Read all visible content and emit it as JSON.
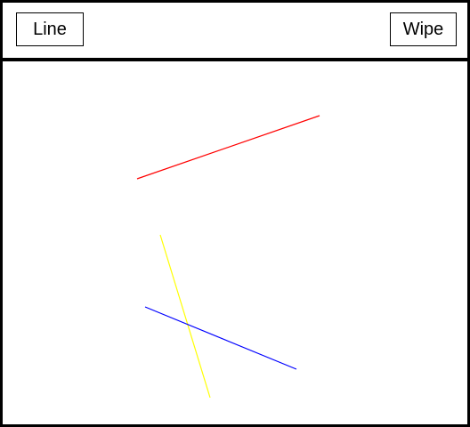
{
  "toolbar": {
    "line_label": "Line",
    "wipe_label": "Wipe"
  },
  "canvas": {
    "lines": [
      {
        "name": "red-line",
        "color": "#ff0000"
      },
      {
        "name": "yellow-line",
        "color": "#ffff00"
      },
      {
        "name": "blue-line",
        "color": "#0000ff"
      }
    ]
  }
}
